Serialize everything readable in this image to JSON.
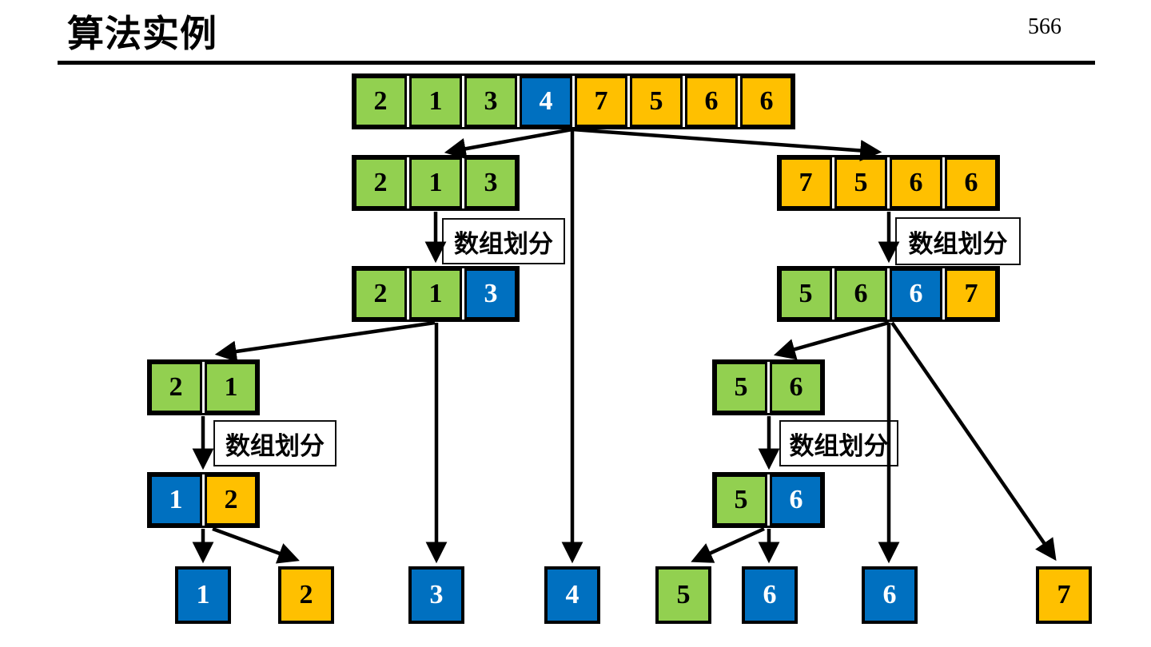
{
  "page": {
    "title": "算法实例",
    "page_number": "566"
  },
  "colors": {
    "green": "#92D050",
    "blue": "#0070C0",
    "orange": "#FFC000",
    "ink": "#000000"
  },
  "partition_labels": [
    "数组划分",
    "数组划分",
    "数组划分",
    "数组划分"
  ],
  "arrays": {
    "root": {
      "cells": [
        {
          "value": "2",
          "color": "green"
        },
        {
          "value": "1",
          "color": "green"
        },
        {
          "value": "3",
          "color": "green"
        },
        {
          "value": "4",
          "color": "blue"
        },
        {
          "value": "7",
          "color": "orange"
        },
        {
          "value": "5",
          "color": "orange"
        },
        {
          "value": "6",
          "color": "orange"
        },
        {
          "value": "6",
          "color": "orange"
        }
      ]
    },
    "l1_left": {
      "cells": [
        {
          "value": "2",
          "color": "green"
        },
        {
          "value": "1",
          "color": "green"
        },
        {
          "value": "3",
          "color": "green"
        }
      ]
    },
    "l1_right": {
      "cells": [
        {
          "value": "7",
          "color": "orange"
        },
        {
          "value": "5",
          "color": "orange"
        },
        {
          "value": "6",
          "color": "orange"
        },
        {
          "value": "6",
          "color": "orange"
        }
      ]
    },
    "l2_left": {
      "cells": [
        {
          "value": "2",
          "color": "green"
        },
        {
          "value": "1",
          "color": "green"
        },
        {
          "value": "3",
          "color": "blue"
        }
      ]
    },
    "l2_right": {
      "cells": [
        {
          "value": "5",
          "color": "green"
        },
        {
          "value": "6",
          "color": "green"
        },
        {
          "value": "6",
          "color": "blue"
        },
        {
          "value": "7",
          "color": "orange"
        }
      ]
    },
    "pair_left": {
      "cells": [
        {
          "value": "2",
          "color": "green"
        },
        {
          "value": "1",
          "color": "green"
        }
      ]
    },
    "pair_right": {
      "cells": [
        {
          "value": "5",
          "color": "green"
        },
        {
          "value": "6",
          "color": "green"
        }
      ]
    },
    "pair2_left": {
      "cells": [
        {
          "value": "1",
          "color": "blue"
        },
        {
          "value": "2",
          "color": "orange"
        }
      ]
    },
    "pair2_right": {
      "cells": [
        {
          "value": "5",
          "color": "green"
        },
        {
          "value": "6",
          "color": "blue"
        }
      ]
    },
    "leaves": {
      "cells": [
        {
          "value": "1",
          "color": "blue"
        },
        {
          "value": "2",
          "color": "orange"
        },
        {
          "value": "3",
          "color": "blue"
        },
        {
          "value": "4",
          "color": "blue"
        },
        {
          "value": "5",
          "color": "green"
        },
        {
          "value": "6",
          "color": "blue"
        },
        {
          "value": "6",
          "color": "blue"
        },
        {
          "value": "7",
          "color": "orange"
        }
      ]
    }
  }
}
